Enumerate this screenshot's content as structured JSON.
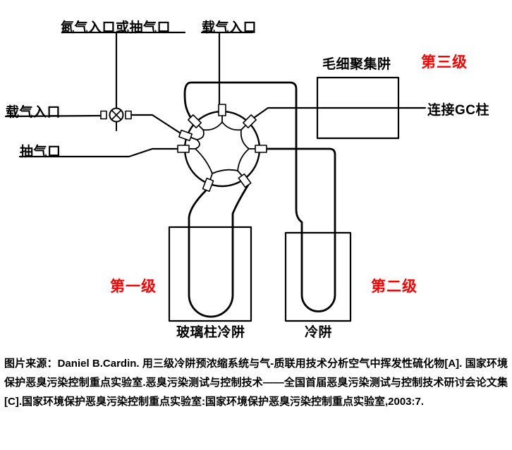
{
  "diagram": {
    "labels": {
      "n2_inlet": "氮气入口或抽气口",
      "carrier_top": "载气入口",
      "carrier_left": "载气入口",
      "pump_port": "抽气口",
      "capillary_trap": "毛细聚集阱",
      "stage3": "第三级",
      "gc_column": "连接GC柱",
      "stage1": "第一级",
      "stage2": "第二级",
      "glass_trap": "玻璃柱冷阱",
      "cold_trap": "冷阱"
    },
    "colors": {
      "stage_label": "#fe0000",
      "line": "#000000",
      "background": "#ffffff"
    }
  },
  "caption": "图片来源：Daniel B.Cardin. 用三级冷阱预浓缩系统与气-质联用技术分析空气中挥发性硫化物[A]. 国家环境保护恶臭污染控制重点实验室.恶臭污染测试与控制技术——全国首届恶臭污染测试与控制技术研讨会论文集[C].国家环境保护恶臭污染控制重点实验室:国家环境保护恶臭污染控制重点实验室,2003:7."
}
